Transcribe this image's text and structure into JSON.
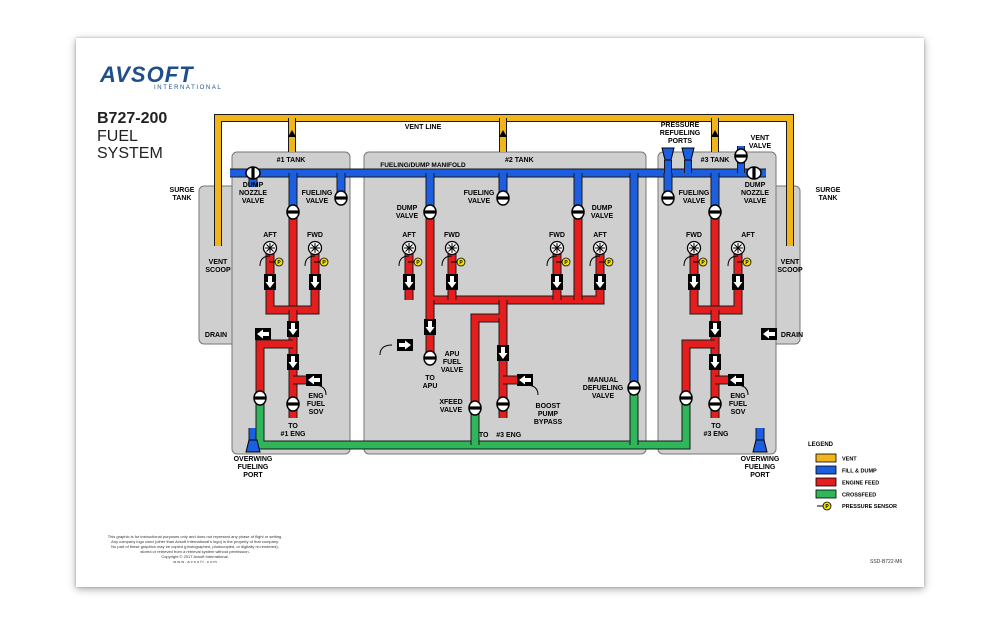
{
  "logo": {
    "main": "AVSOFT",
    "sub": "INTERNATIONAL"
  },
  "title": {
    "line1": "B727-200",
    "line2": "FUEL",
    "line3": "SYSTEM"
  },
  "labels": {
    "vent_line": "VENT LINE",
    "tank1": "#1 TANK",
    "tank2": "#2 TANK",
    "tank3": "#3 TANK",
    "manifold": "FUELING/DUMP MANIFOLD",
    "surge_tank": [
      "SURGE",
      "TANK"
    ],
    "vent_scoop": [
      "VENT",
      "SCOOP"
    ],
    "drain": "DRAIN",
    "dump_nozzle_valve": [
      "DUMP",
      "NOZZLE",
      "VALVE"
    ],
    "fueling_valve": [
      "FUELING",
      "VALVE"
    ],
    "dump_valve": [
      "DUMP",
      "VALVE"
    ],
    "aft": "AFT",
    "fwd": "FWD",
    "eng_fuel_sov": [
      "ENG",
      "FUEL",
      "SOV"
    ],
    "to_1_eng": [
      "TO",
      "#1 ENG"
    ],
    "to_3_eng": [
      "TO",
      "#3 ENG"
    ],
    "to_3_eng_center": "TO    #3 ENG",
    "apu_fuel_valve": [
      "APU",
      "FUEL",
      "VALVE"
    ],
    "to_apu": [
      "TO",
      "APU"
    ],
    "xfeed_valve": [
      "XFEED",
      "VALVE"
    ],
    "boost_pump_bypass": [
      "BOOST",
      "PUMP",
      "BYPASS"
    ],
    "manual_defueling_valve": [
      "MANUAL",
      "DEFUELING",
      "VALVE"
    ],
    "pressure_refueling_ports": [
      "PRESSURE",
      "REFUELING",
      "PORTS"
    ],
    "vent_valve": [
      "VENT",
      "VALVE"
    ],
    "overwing_fueling_port": [
      "OVERWING",
      "FUELING",
      "PORT"
    ],
    "sensor_p": "P"
  },
  "legend": {
    "title": "LEGEND",
    "items": [
      {
        "label": "VENT",
        "color": "#f2b41b"
      },
      {
        "label": "FILL & DUMP",
        "color": "#1b5fe0"
      },
      {
        "label": "ENGINE FEED",
        "color": "#e51d1d"
      },
      {
        "label": "CROSSFEED",
        "color": "#2fb65a"
      }
    ],
    "sensor_label": "PRESSURE SENSOR"
  },
  "colors": {
    "vent": "#f2b41b",
    "fill_dump": "#1b5fe0",
    "engine_feed": "#e51d1d",
    "crossfeed": "#2fb65a",
    "tank_fill": "#cfcfcf",
    "sensor": "#f5e000"
  },
  "disclaimer": [
    "This graphic is for instructional purposes only and does not represent any phase of flight or setting.",
    "Any company logo used (other than Avsoft International's logo) is the property of that company.",
    "No part of these graphics may be copied (photographed, photocopied, or digitally re-rendered),",
    "stored or retrieved from a retrieval system without permission.",
    "Copyright © 2017 Avsoft International.",
    "w w w . a v s o f t . c o m"
  ],
  "doc_id": "SSD-B722-M6"
}
